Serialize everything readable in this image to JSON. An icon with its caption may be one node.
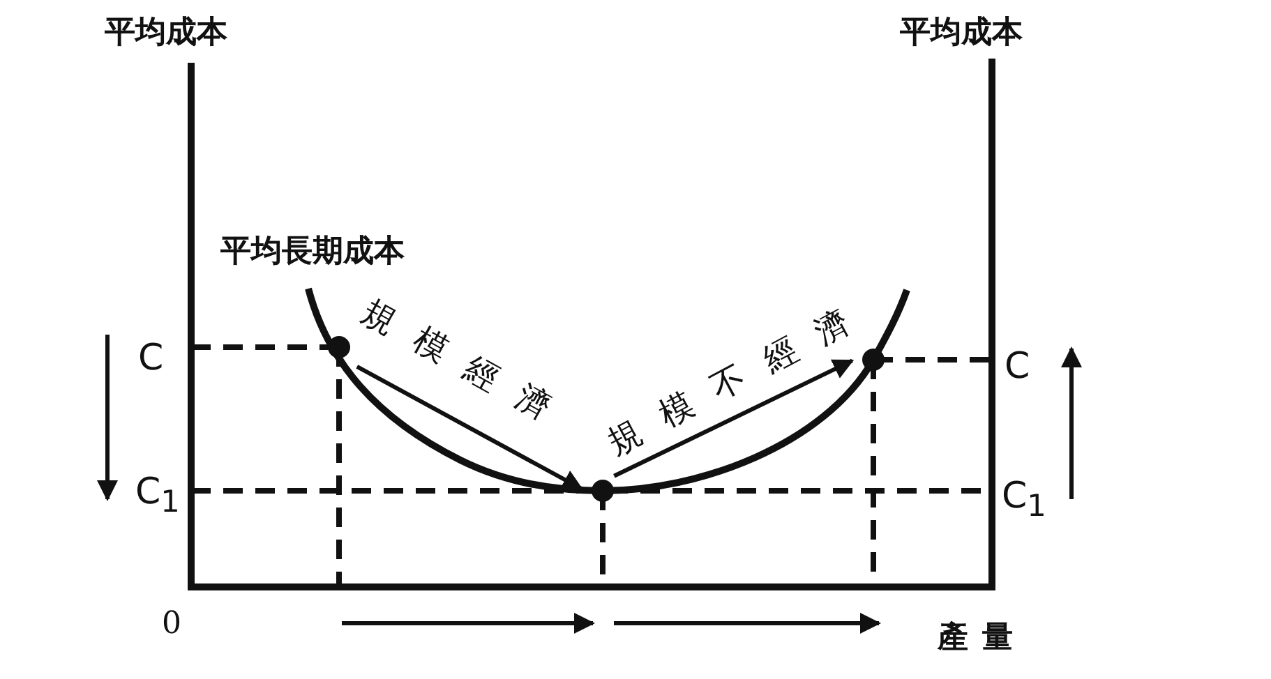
{
  "diagram": {
    "nodes": [
      {
        "text": [],
        "shape": "circle"
      },
      {
        "text": [],
        "shape": "circle"
      },
      {
        "text": [],
        "shape": "circle"
      }
    ],
    "edges": [
      {
        "from": 0,
        "to": 1,
        "arrow": "to",
        "label": "規模經濟"
      },
      {
        "from": 1,
        "to": 2,
        "arrow": "to",
        "label": "規模不經濟"
      }
    ],
    "labels": [
      "平均成本",
      "平均成本",
      "平均長期成本",
      "C",
      "C$_{1}$",
      "C",
      "C$_{1}$",
      "0",
      "產量"
    ]
  }
}
